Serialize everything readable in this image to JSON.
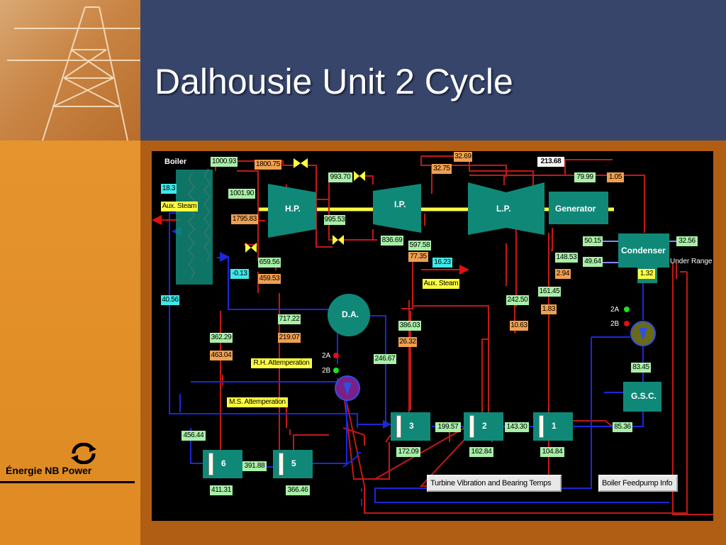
{
  "slide": {
    "title": "Dalhousie Unit 2 Cycle",
    "logo_text": "Énergie NB Power"
  },
  "colors": {
    "header_bg": "#37456b",
    "orange_bg": "#e5942e",
    "diagram_bg": "#000000",
    "equipment": "#108878",
    "shaft": "#ffff40",
    "hot_line": "#c41818",
    "cold_line": "#1c28d8"
  },
  "labels": {
    "boiler": "Boiler",
    "hp": "H.P.",
    "ip": "I.P.",
    "lp": "L.P.",
    "generator": "Generator",
    "condenser": "Condenser",
    "da": "D.A.",
    "gsc": "G.S.C.",
    "under_range": "Under Range",
    "pump_2a": "2A",
    "pump_2b": "2B",
    "pump2_2a": "2A",
    "pump2_2b": "2B"
  },
  "tags": {
    "aux_steam_1": "Aux. Steam",
    "aux_steam_2": "Aux. Steam",
    "rh_attemperation": "R.H. Attemperation",
    "ms_attemperation": "M.S. Attemperation"
  },
  "readings": {
    "r1000_93": "1000.93",
    "r1800_75": "1800.75",
    "r993_70": "993.70",
    "r32_69": "32.69",
    "r32_75": "32.75",
    "r213_68": "213.68",
    "r79_99": "79.99",
    "r1_05": "1.05",
    "r18_3": "18.3",
    "r1001_90": "1001.90",
    "r1795_83": "1795.83",
    "r995_53": "995.53",
    "r836_69": "836.69",
    "r597_58": "597.58",
    "r77_35": "77.35",
    "r16_23": "16.23",
    "r659_56": "659.56",
    "r459_53": "459.53",
    "r0_13": "-0.13",
    "r40_56": "40.56",
    "r50_15": "50.15",
    "r32_56": "32.56",
    "r49_64": "49.64",
    "r1_32": "1.32",
    "r148_53": "148.53",
    "r2_94": "2.94",
    "r161_45": "161.45",
    "r1_83": "1.83",
    "r242_50": "242.50",
    "r10_63": "10.63",
    "r386_03": "386.03",
    "r26_32": "26.32",
    "r717_22": "717.22",
    "r219_07": "219.07",
    "r362_29": "362.29",
    "r463_04": "463.04",
    "r246_67": "246.67",
    "r83_45": "83.45",
    "r85_36": "85.36",
    "r199_57": "199.57",
    "r143_30": "143.30",
    "r172_09": "172.09",
    "r162_84": "162.84",
    "r104_84": "104.84",
    "r456_44": "456.44",
    "r391_88": "391.88",
    "r411_31": "411.31",
    "r366_46": "366.46"
  },
  "heaters": {
    "h6": "6",
    "h5": "5",
    "h3": "3",
    "h2": "2",
    "h1": "1"
  },
  "buttons": {
    "turbine_vibration": "Turbine Vibration and Bearing Temps",
    "boiler_feedpump": "Boiler Feedpump Info"
  }
}
